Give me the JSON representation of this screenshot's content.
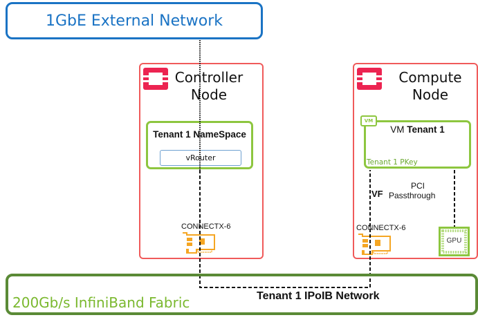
{
  "external_network": {
    "label": "1GbE External Network",
    "color": "#1a73c4"
  },
  "controller_node": {
    "title_line1": "Controller",
    "title_line2": "Node",
    "icon": "openstack-logo-icon",
    "namespace": {
      "title": "Tenant 1 NameSpace",
      "router_label": "vRouter"
    },
    "nic": {
      "label": "CONNECTX-6",
      "icon": "nic-card-icon"
    }
  },
  "compute_node": {
    "title_line1": "Compute",
    "title_line2": "Node",
    "icon": "openstack-logo-icon",
    "vm": {
      "badge": "VM",
      "title_prefix": "VM",
      "title_bold": "Tenant 1",
      "pkey_label": "Tenant 1 PKey"
    },
    "vf_label": "VF",
    "pci_line1": "PCI",
    "pci_line2": "Passthrough",
    "nic": {
      "label": "CONNECTX-6",
      "icon": "nic-card-icon"
    },
    "gpu": {
      "label": "GPU",
      "icon": "gpu-chip-icon"
    }
  },
  "fabric": {
    "label": "200Gb/s InfiniBand Fabric",
    "network_label": "Tenant 1 IPoIB Network"
  },
  "colors": {
    "node_border": "#f05a5a",
    "tenant_border": "#8dc63f",
    "fabric_border": "#5a8a36",
    "nic": "#f5a623",
    "openstack_red": "#ec2451"
  }
}
